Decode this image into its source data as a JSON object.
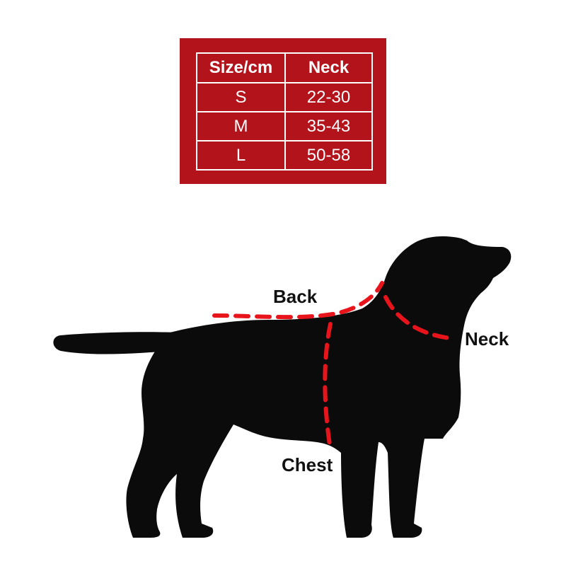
{
  "size_table": {
    "headers": [
      "Size/cm",
      "Neck"
    ],
    "rows": [
      {
        "size": "S",
        "neck": "22-30"
      },
      {
        "size": "M",
        "neck": "35-43"
      },
      {
        "size": "L",
        "neck": "50-58"
      }
    ]
  },
  "diagram": {
    "labels": {
      "back": "Back",
      "neck": "Neck",
      "chest": "Chest"
    }
  },
  "colors": {
    "table_background": "#b3141c",
    "table_text": "#ffffff",
    "dog_silhouette": "#0b0b0b",
    "measure_line": "#e8141c",
    "label_text": "#111111"
  }
}
